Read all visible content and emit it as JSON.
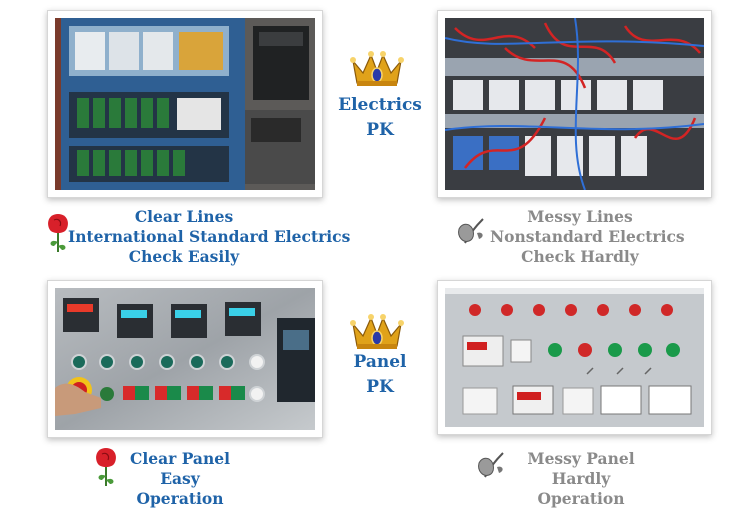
{
  "sections": [
    {
      "name": "electrics",
      "pk_title": [
        "Electrics",
        "PK"
      ],
      "good": {
        "lines": [
          "Clear Lines",
          "International Standard Electrics",
          "Check Easily"
        ],
        "photo_icon": "tidy-control-cabinet",
        "badge_icon": "red-rose-icon"
      },
      "bad": {
        "lines": [
          "Messy Lines",
          "Nonstandard Electrics",
          "Check Hardly"
        ],
        "photo_icon": "messy-wiring-cabinet",
        "badge_icon": "wilted-rose-icon"
      }
    },
    {
      "name": "panel",
      "pk_title": [
        "Panel",
        "PK"
      ],
      "good": {
        "lines": [
          "Clear Panel",
          "Easy Operation"
        ],
        "photo_icon": "clean-control-panel",
        "badge_icon": "red-rose-icon"
      },
      "bad": {
        "lines": [
          "Messy Panel",
          "Hardly Operation"
        ],
        "photo_icon": "cluttered-control-panel",
        "badge_icon": "wilted-rose-icon"
      }
    }
  ],
  "colors": {
    "good_text": "#1f63a8",
    "bad_text": "#8a8a8a",
    "crown_gold": "#e0a21a",
    "rose_red": "#d8202a"
  }
}
